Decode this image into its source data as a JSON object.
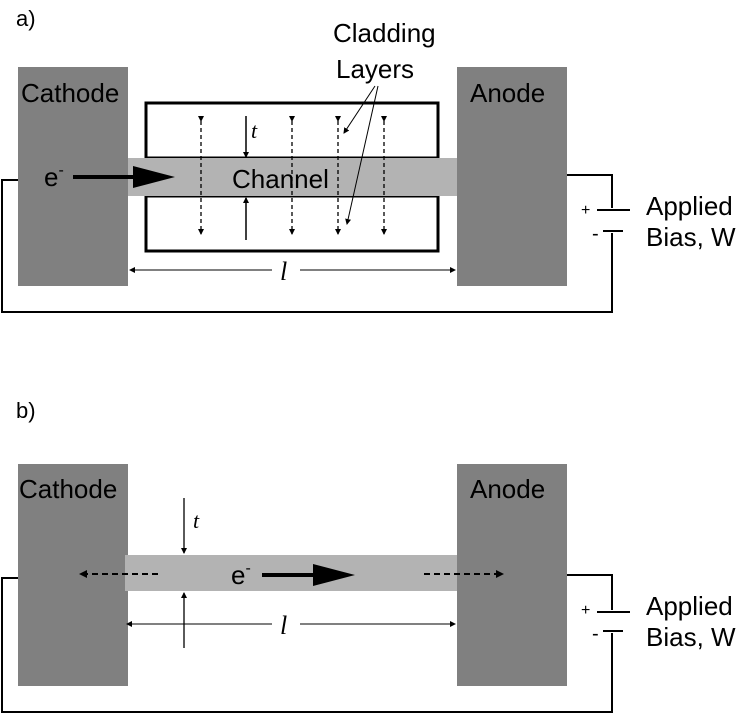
{
  "panel_a": {
    "label": "a)",
    "cathode": "Cathode",
    "anode": "Anode",
    "cladding_line1": "Cladding",
    "cladding_line2": "Layers",
    "channel": "Channel",
    "electron": "e",
    "electron_sup": "-",
    "thickness": "t",
    "length": "l",
    "plus": "+",
    "minus": "-",
    "bias_line1": "Applied",
    "bias_line2": "Bias, W"
  },
  "panel_b": {
    "label": "b)",
    "cathode": "Cathode",
    "anode": "Anode",
    "electron": "e",
    "electron_sup": "-",
    "thickness": "t",
    "length": "l",
    "plus": "+",
    "minus": "-",
    "bias_line1": "Applied",
    "bias_line2": "Bias, W"
  },
  "colors": {
    "electrode": "#808080",
    "channel": "#b3b3b3",
    "line": "#000000"
  }
}
